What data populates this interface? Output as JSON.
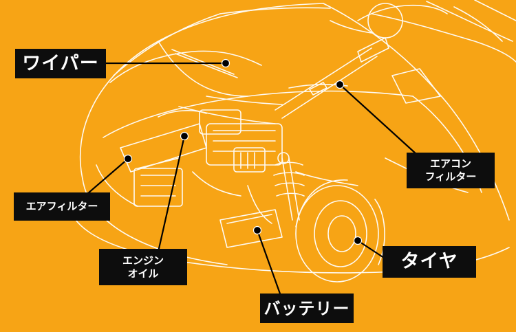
{
  "labels": {
    "wiper": "ワイパー",
    "air_filter": "エアフィルター",
    "engine_oil": [
      "エンジン",
      "オイル"
    ],
    "battery": "バッテリー",
    "tire": "タイヤ",
    "aircon_filter": [
      "エアコン",
      "フィルター"
    ]
  },
  "colors": {
    "background": "#F7A415",
    "label_bg": "#0d0d0d",
    "label_text": "#ffffff",
    "line_art": "#ffffff",
    "leader": "#000000"
  }
}
